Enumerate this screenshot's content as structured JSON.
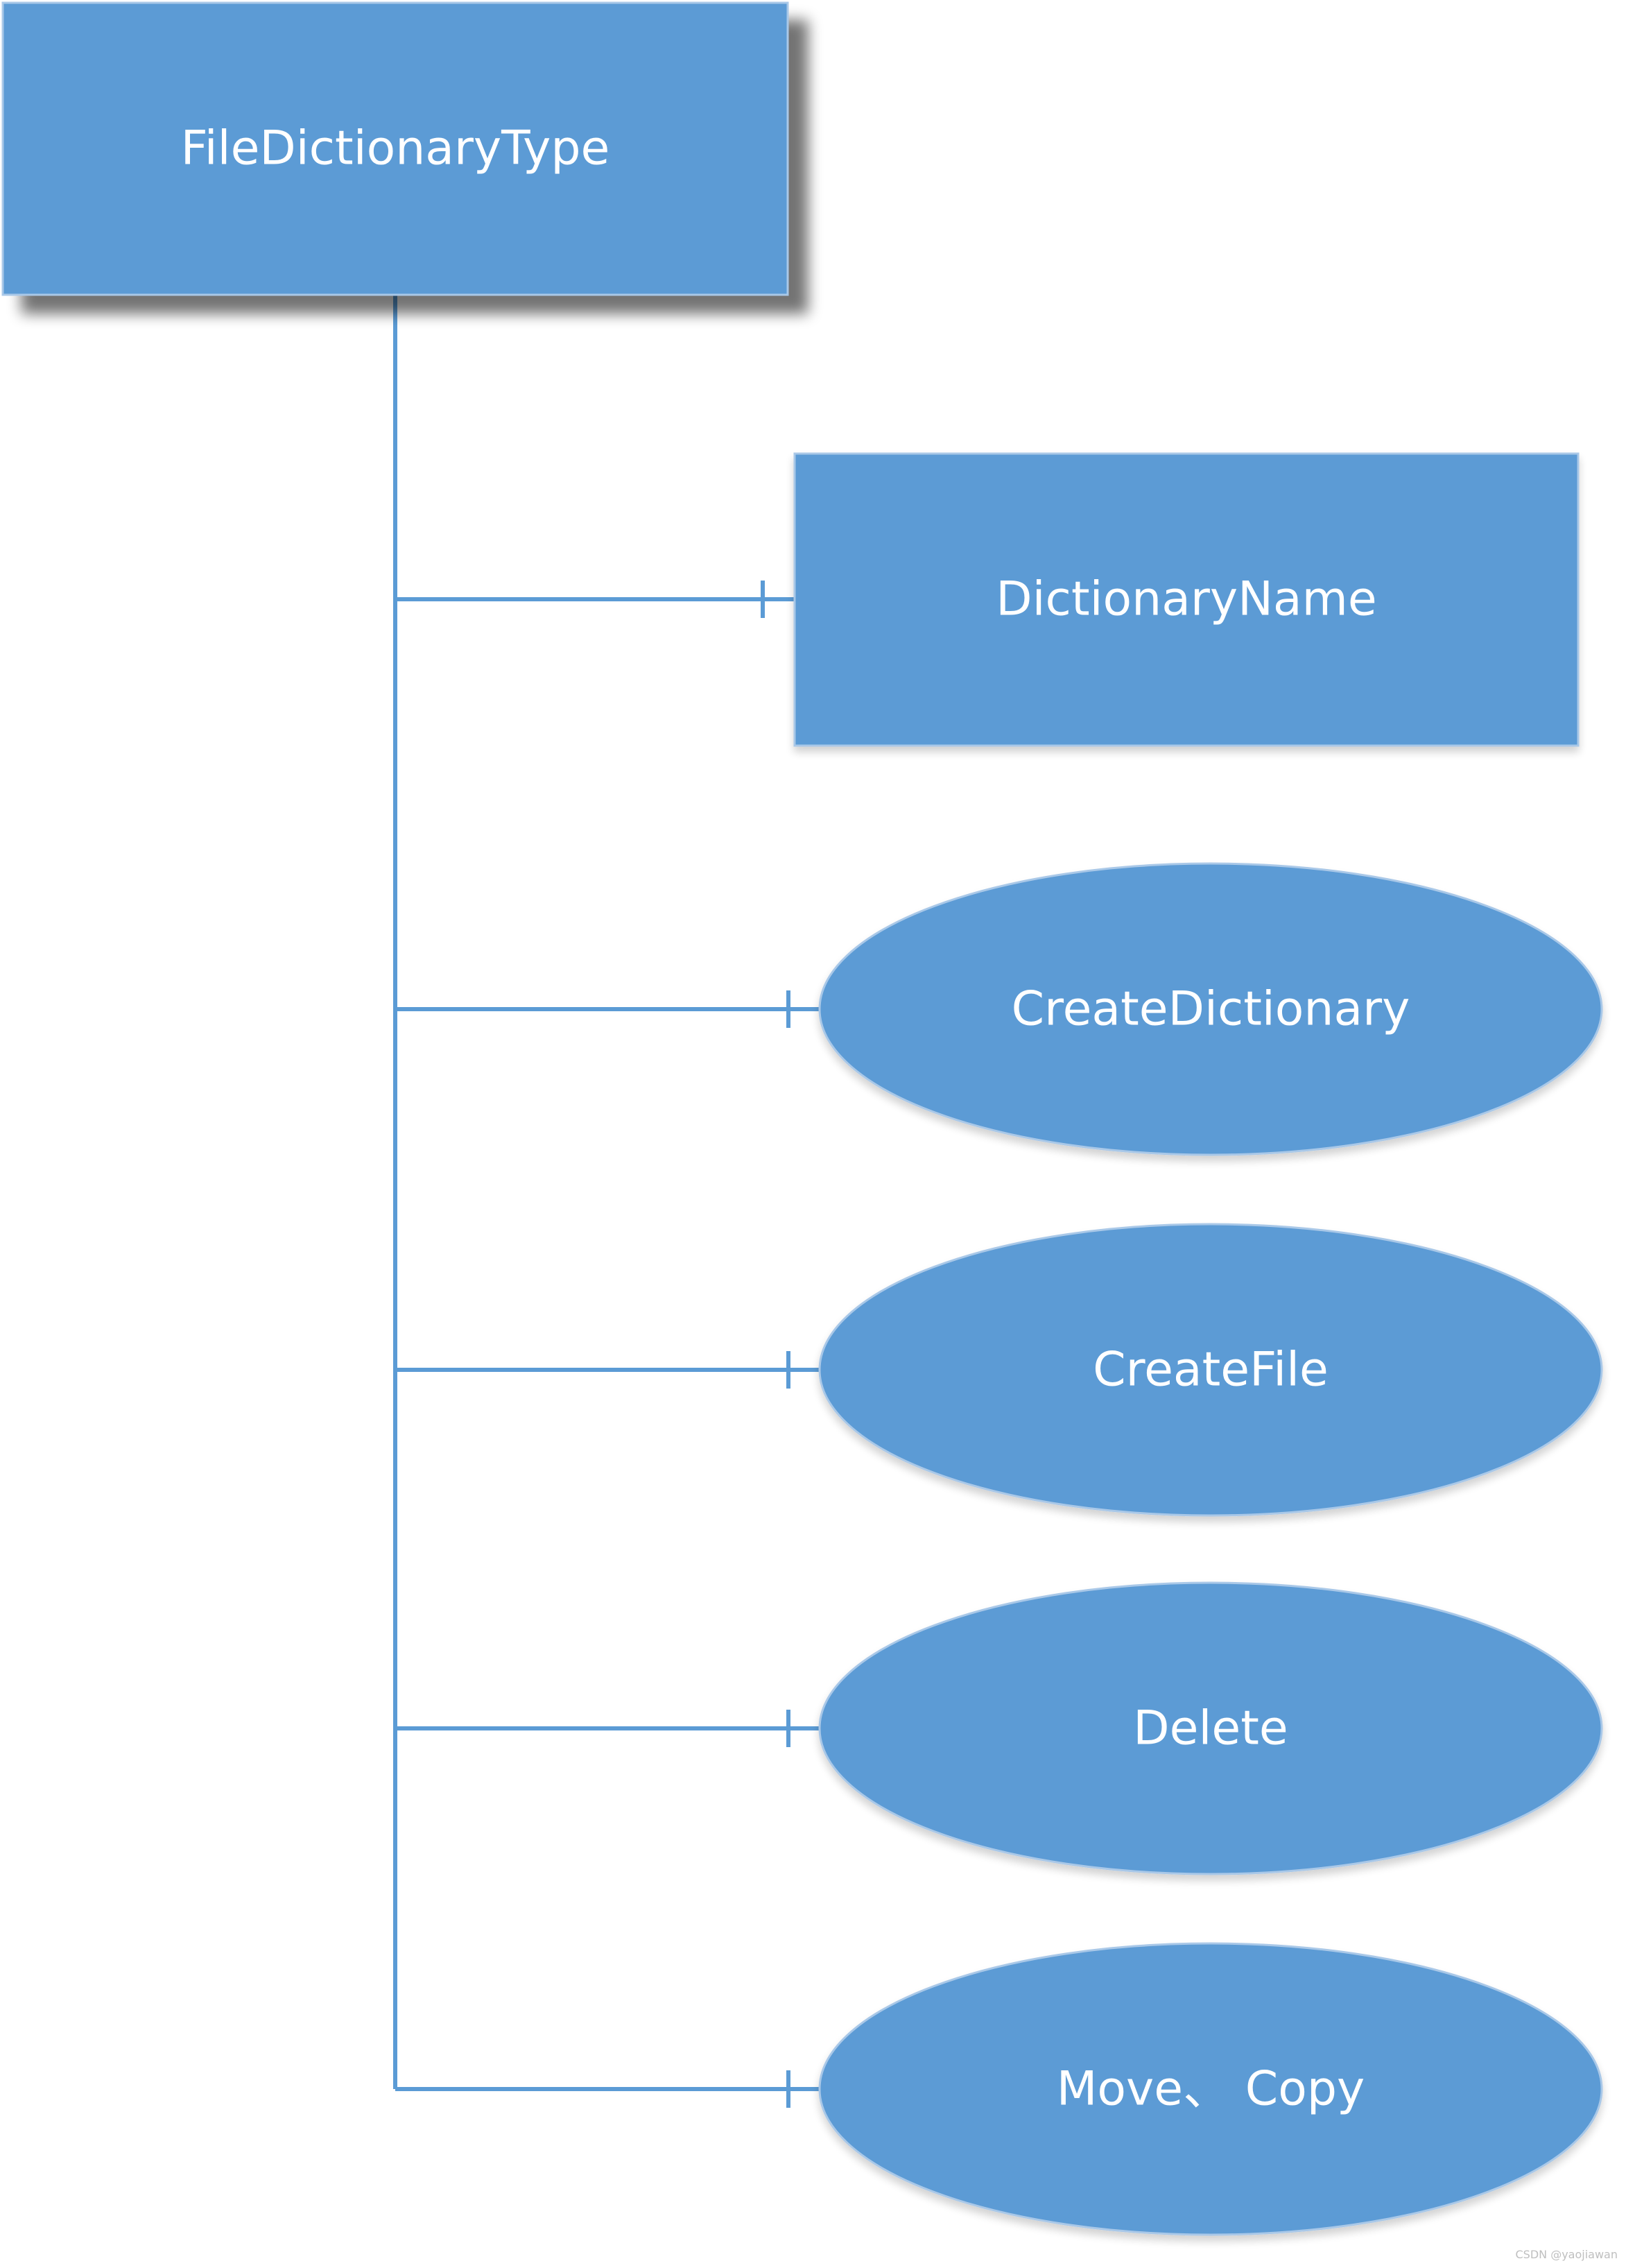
{
  "root": {
    "label": "FileDictionaryType"
  },
  "children": [
    {
      "label": "DictionaryName",
      "shape": "rectangle"
    },
    {
      "label": "CreateDictionary",
      "shape": "ellipse"
    },
    {
      "label": "CreateFile",
      "shape": "ellipse"
    },
    {
      "label": "Delete",
      "shape": "ellipse"
    },
    {
      "label": "Move、 Copy",
      "shape": "ellipse"
    }
  ],
  "colors": {
    "node_fill": "#5b9bd5",
    "node_border": "#a9c8e8",
    "text": "#ffffff",
    "connector": "#5b9bd5"
  },
  "watermark": "CSDN @yaojiawan"
}
